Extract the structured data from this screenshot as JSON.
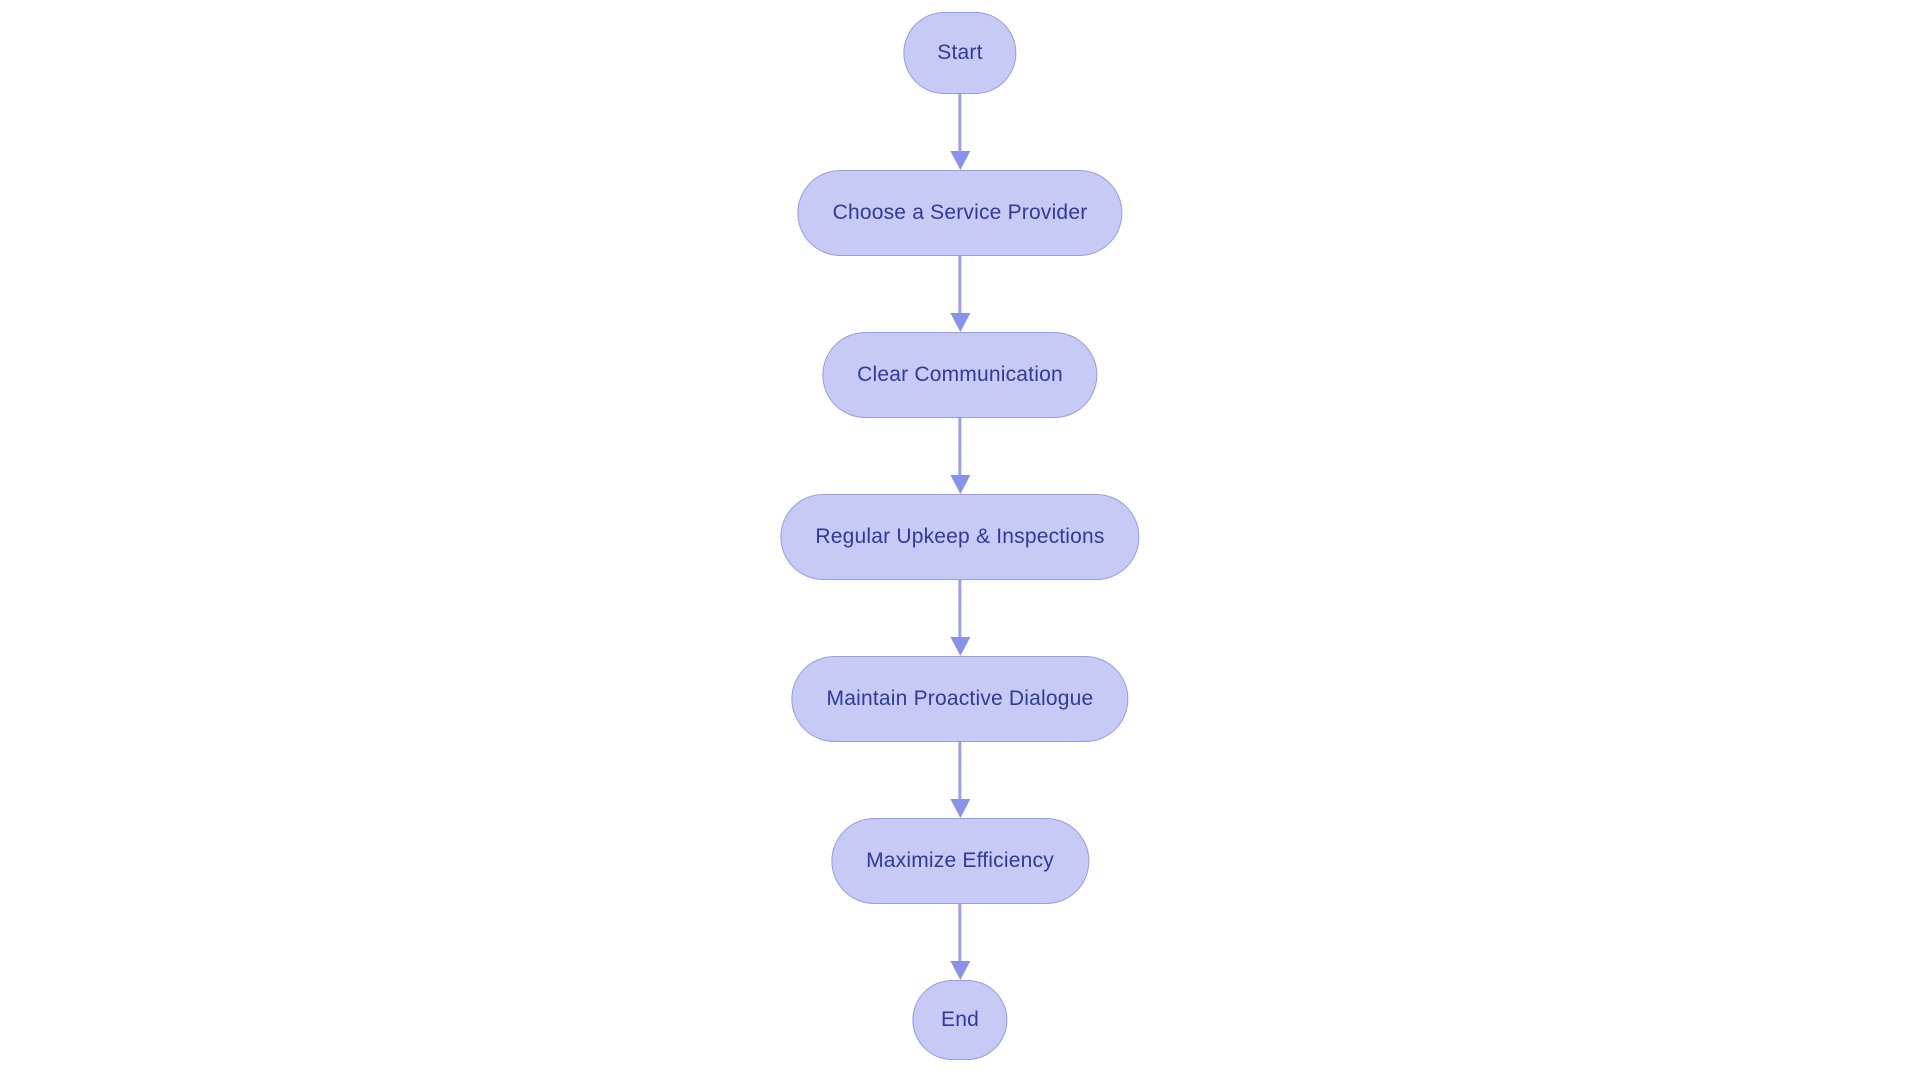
{
  "diagram": {
    "type": "flowchart",
    "direction": "top-down",
    "background": "#ffffff",
    "colors": {
      "node_fill": "#c7caf4",
      "node_border": "#959ce8",
      "node_text": "#2f3a9d",
      "connector_line": "#99a0ec",
      "arrowhead": "#8a91e8"
    },
    "nodes": [
      {
        "id": "start",
        "label": "Start",
        "shape": "stadium",
        "role": "terminal"
      },
      {
        "id": "choose",
        "label": "Choose a Service Provider",
        "shape": "stadium",
        "role": "process"
      },
      {
        "id": "comm",
        "label": "Clear Communication",
        "shape": "stadium",
        "role": "process"
      },
      {
        "id": "upkeep",
        "label": "Regular Upkeep & Inspections",
        "shape": "stadium",
        "role": "process"
      },
      {
        "id": "dialogue",
        "label": "Maintain Proactive Dialogue",
        "shape": "stadium",
        "role": "process"
      },
      {
        "id": "maximize",
        "label": "Maximize Efficiency",
        "shape": "stadium",
        "role": "process"
      },
      {
        "id": "end",
        "label": "End",
        "shape": "stadium",
        "role": "terminal"
      }
    ],
    "edges": [
      {
        "from": "start",
        "to": "choose"
      },
      {
        "from": "choose",
        "to": "comm"
      },
      {
        "from": "comm",
        "to": "upkeep"
      },
      {
        "from": "upkeep",
        "to": "dialogue"
      },
      {
        "from": "dialogue",
        "to": "maximize"
      },
      {
        "from": "maximize",
        "to": "end"
      }
    ]
  }
}
